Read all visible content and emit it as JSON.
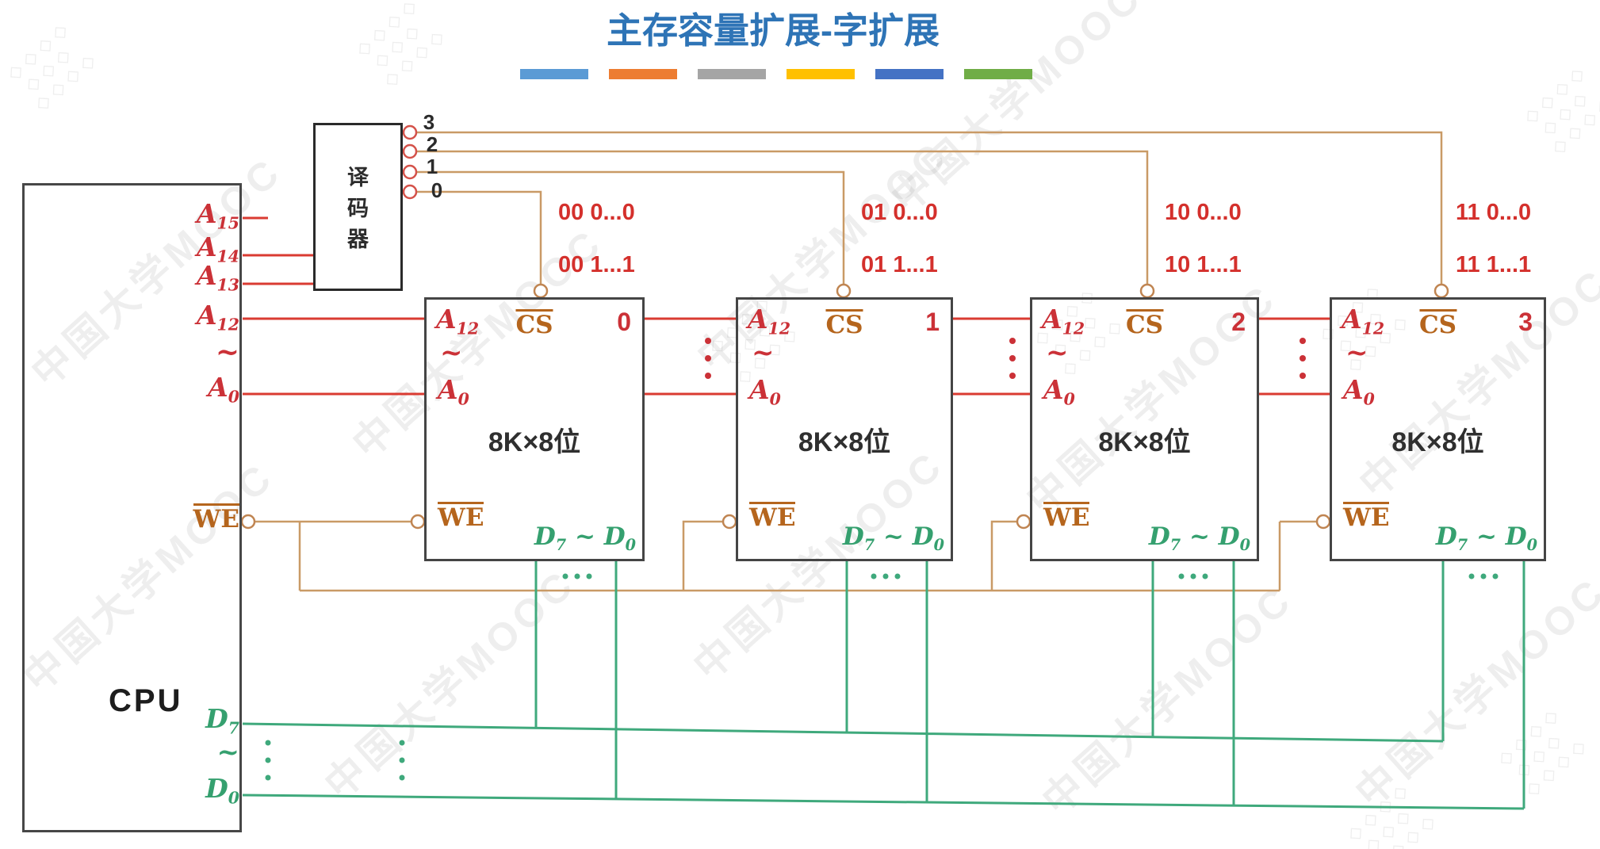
{
  "title": {
    "text": "主存容量扩展-字扩展",
    "color": "#2E74B6"
  },
  "decor": {
    "bars": [
      {
        "color": "#5B9BD5",
        "style": "background:#5B9BD5"
      },
      {
        "color": "#ED7D31",
        "style": "background:#ED7D31"
      },
      {
        "color": "#A5A5A5",
        "style": "background:#A5A5A5"
      },
      {
        "color": "#FFC000",
        "style": "background:#FFC000"
      },
      {
        "color": "#4472C4",
        "style": "background:#4472C4"
      },
      {
        "color": "#70AD47",
        "style": "background:#70AD47"
      }
    ]
  },
  "watermark": {
    "text": "中国大学MOOC",
    "lattice": "◇ ◇ ◇ ◇\n ◇ ◇ ◇\n◇ ◇ ◇ ◇"
  },
  "cpu": {
    "label": "CPU",
    "pins": {
      "a15": {
        "base": "A",
        "sub": "15"
      },
      "a14": {
        "base": "A",
        "sub": "14"
      },
      "a13": {
        "base": "A",
        "sub": "13"
      },
      "a12": {
        "base": "A",
        "sub": "12"
      },
      "tilde": "~",
      "a0": {
        "base": "A",
        "sub": "0"
      },
      "we": "WE",
      "d7": {
        "base": "D",
        "sub": "7"
      },
      "dtilde": "~",
      "d0": {
        "base": "D",
        "sub": "0"
      }
    }
  },
  "decoder": {
    "chars": [
      "译",
      "码",
      "器"
    ],
    "outputs": [
      "3",
      "2",
      "1",
      "0"
    ]
  },
  "chips": [
    {
      "number": "0",
      "a12": {
        "base": "A",
        "sub": "12"
      },
      "tilde": "~",
      "a0": {
        "base": "A",
        "sub": "0"
      },
      "cs": "CS",
      "size": "8K×8位",
      "we": "WE",
      "d_hi": {
        "base": "D",
        "sub": "7"
      },
      "d_sep": "~",
      "d_lo": {
        "base": "D",
        "sub": "0"
      },
      "addr_low": "00 0...0",
      "addr_high": "00 1...1"
    },
    {
      "number": "1",
      "a12": {
        "base": "A",
        "sub": "12"
      },
      "tilde": "~",
      "a0": {
        "base": "A",
        "sub": "0"
      },
      "cs": "CS",
      "size": "8K×8位",
      "we": "WE",
      "d_hi": {
        "base": "D",
        "sub": "7"
      },
      "d_sep": "~",
      "d_lo": {
        "base": "D",
        "sub": "0"
      },
      "addr_low": "01 0...0",
      "addr_high": "01 1...1"
    },
    {
      "number": "2",
      "a12": {
        "base": "A",
        "sub": "12"
      },
      "tilde": "~",
      "a0": {
        "base": "A",
        "sub": "0"
      },
      "cs": "CS",
      "size": "8K×8位",
      "we": "WE",
      "d_hi": {
        "base": "D",
        "sub": "7"
      },
      "d_sep": "~",
      "d_lo": {
        "base": "D",
        "sub": "0"
      },
      "addr_low": "10 0...0",
      "addr_high": "10 1...1"
    },
    {
      "number": "3",
      "a12": {
        "base": "A",
        "sub": "12"
      },
      "tilde": "~",
      "a0": {
        "base": "A",
        "sub": "0"
      },
      "cs": "CS",
      "size": "8K×8位",
      "we": "WE",
      "d_hi": {
        "base": "D",
        "sub": "7"
      },
      "d_sep": "~",
      "d_lo": {
        "base": "D",
        "sub": "0"
      },
      "addr_low": "11 0...0",
      "addr_high": "11 1...1"
    }
  ],
  "colors": {
    "address_wire": "#da3b32",
    "select_wire": "#c99a66",
    "data_wire": "#3fa97c",
    "register_text": "#cb3137",
    "control_text": "#b5651d",
    "data_text": "#35a06f"
  }
}
